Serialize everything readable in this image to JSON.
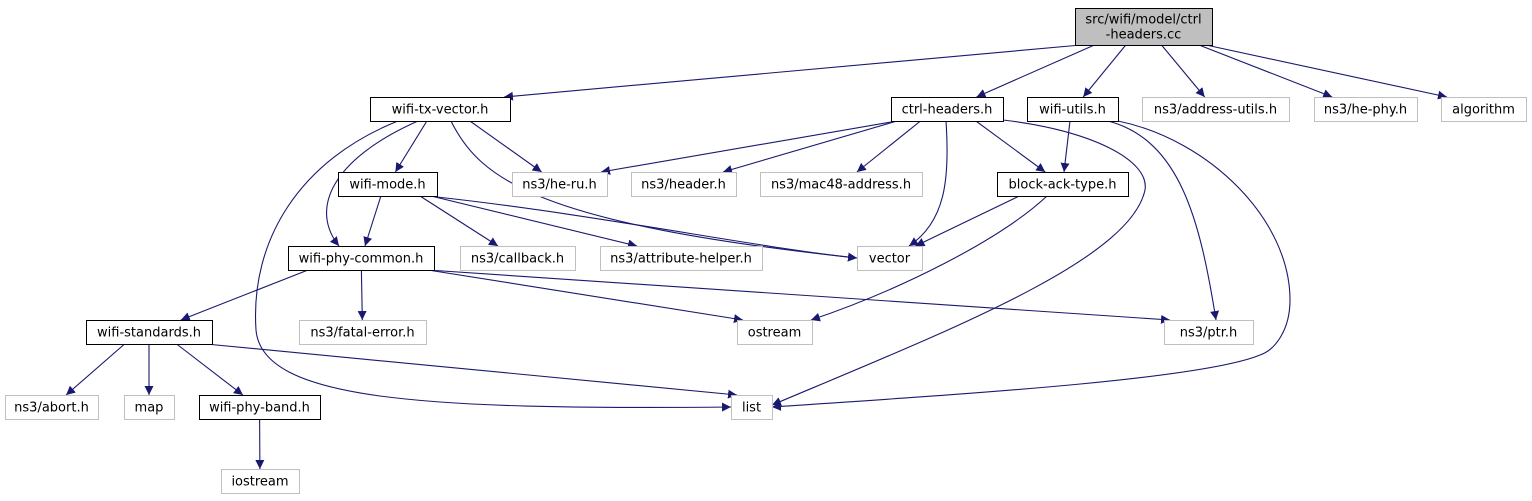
{
  "graph": {
    "nodes": {
      "root": {
        "lines": [
          "src/wifi/model/ctrl",
          "-headers.cc"
        ],
        "kind": "root"
      },
      "wifi_tx_vector": {
        "lines": [
          "wifi-tx-vector.h"
        ],
        "kind": "local"
      },
      "ctrl_headers": {
        "lines": [
          "ctrl-headers.h"
        ],
        "kind": "local"
      },
      "wifi_utils": {
        "lines": [
          "wifi-utils.h"
        ],
        "kind": "local"
      },
      "address_utils": {
        "lines": [
          "ns3/address-utils.h"
        ],
        "kind": "external"
      },
      "he_phy": {
        "lines": [
          "ns3/he-phy.h"
        ],
        "kind": "external"
      },
      "algorithm": {
        "lines": [
          "algorithm"
        ],
        "kind": "external"
      },
      "wifi_mode": {
        "lines": [
          "wifi-mode.h"
        ],
        "kind": "local"
      },
      "he_ru": {
        "lines": [
          "ns3/he-ru.h"
        ],
        "kind": "external"
      },
      "header": {
        "lines": [
          "ns3/header.h"
        ],
        "kind": "external"
      },
      "mac48_address": {
        "lines": [
          "ns3/mac48-address.h"
        ],
        "kind": "external"
      },
      "block_ack_type": {
        "lines": [
          "block-ack-type.h"
        ],
        "kind": "local"
      },
      "wifi_phy_common": {
        "lines": [
          "wifi-phy-common.h"
        ],
        "kind": "local"
      },
      "callback": {
        "lines": [
          "ns3/callback.h"
        ],
        "kind": "external"
      },
      "attribute_helper": {
        "lines": [
          "ns3/attribute-helper.h"
        ],
        "kind": "external"
      },
      "vector": {
        "lines": [
          "vector"
        ],
        "kind": "external"
      },
      "wifi_standards": {
        "lines": [
          "wifi-standards.h"
        ],
        "kind": "local"
      },
      "fatal_error": {
        "lines": [
          "ns3/fatal-error.h"
        ],
        "kind": "external"
      },
      "ostream": {
        "lines": [
          "ostream"
        ],
        "kind": "external"
      },
      "ptr": {
        "lines": [
          "ns3/ptr.h"
        ],
        "kind": "external"
      },
      "abort": {
        "lines": [
          "ns3/abort.h"
        ],
        "kind": "external"
      },
      "map": {
        "lines": [
          "map"
        ],
        "kind": "external"
      },
      "wifi_phy_band": {
        "lines": [
          "wifi-phy-band.h"
        ],
        "kind": "local"
      },
      "list": {
        "lines": [
          "list"
        ],
        "kind": "external"
      },
      "iostream": {
        "lines": [
          "iostream"
        ],
        "kind": "external"
      }
    },
    "edges": [
      {
        "from": "root",
        "to": "wifi_tx_vector"
      },
      {
        "from": "root",
        "to": "ctrl_headers"
      },
      {
        "from": "root",
        "to": "wifi_utils"
      },
      {
        "from": "root",
        "to": "address_utils"
      },
      {
        "from": "root",
        "to": "he_phy"
      },
      {
        "from": "root",
        "to": "algorithm"
      },
      {
        "from": "wifi_tx_vector",
        "to": "he_ru"
      },
      {
        "from": "wifi_tx_vector",
        "to": "wifi_mode"
      },
      {
        "from": "wifi_tx_vector",
        "to": "wifi_phy_common"
      },
      {
        "from": "wifi_tx_vector",
        "to": "vector"
      },
      {
        "from": "wifi_tx_vector",
        "to": "list"
      },
      {
        "from": "ctrl_headers",
        "to": "he_ru"
      },
      {
        "from": "ctrl_headers",
        "to": "header"
      },
      {
        "from": "ctrl_headers",
        "to": "mac48_address"
      },
      {
        "from": "ctrl_headers",
        "to": "block_ack_type"
      },
      {
        "from": "ctrl_headers",
        "to": "vector"
      },
      {
        "from": "ctrl_headers",
        "to": "list"
      },
      {
        "from": "wifi_utils",
        "to": "block_ack_type"
      },
      {
        "from": "wifi_utils",
        "to": "ptr"
      },
      {
        "from": "wifi_utils",
        "to": "list"
      },
      {
        "from": "wifi_mode",
        "to": "wifi_phy_common"
      },
      {
        "from": "wifi_mode",
        "to": "callback"
      },
      {
        "from": "wifi_mode",
        "to": "attribute_helper"
      },
      {
        "from": "wifi_mode",
        "to": "vector"
      },
      {
        "from": "block_ack_type",
        "to": "vector"
      },
      {
        "from": "block_ack_type",
        "to": "ostream"
      },
      {
        "from": "wifi_phy_common",
        "to": "wifi_standards"
      },
      {
        "from": "wifi_phy_common",
        "to": "fatal_error"
      },
      {
        "from": "wifi_phy_common",
        "to": "ostream"
      },
      {
        "from": "wifi_phy_common",
        "to": "ptr"
      },
      {
        "from": "wifi_standards",
        "to": "abort"
      },
      {
        "from": "wifi_standards",
        "to": "map"
      },
      {
        "from": "wifi_standards",
        "to": "wifi_phy_band"
      },
      {
        "from": "wifi_standards",
        "to": "list"
      },
      {
        "from": "wifi_phy_band",
        "to": "iostream"
      }
    ]
  },
  "colors": {
    "edge": "#191970",
    "root_fill": "#bfbfbf",
    "local_border": "#000000",
    "external_border": "#bfbfbf"
  }
}
